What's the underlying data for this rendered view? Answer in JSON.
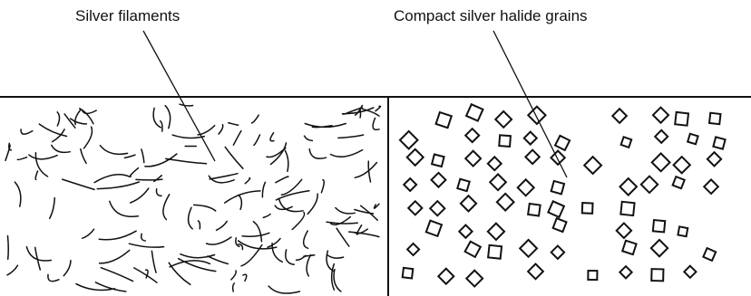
{
  "labels": {
    "left": "Silver filaments",
    "right": "Compact silver halide grains"
  },
  "panels": {
    "left": {
      "content": "silver filaments"
    },
    "right": {
      "content": "compact silver halide grains"
    }
  },
  "colors": {
    "ink": "#111111",
    "background": "#ffffff"
  }
}
